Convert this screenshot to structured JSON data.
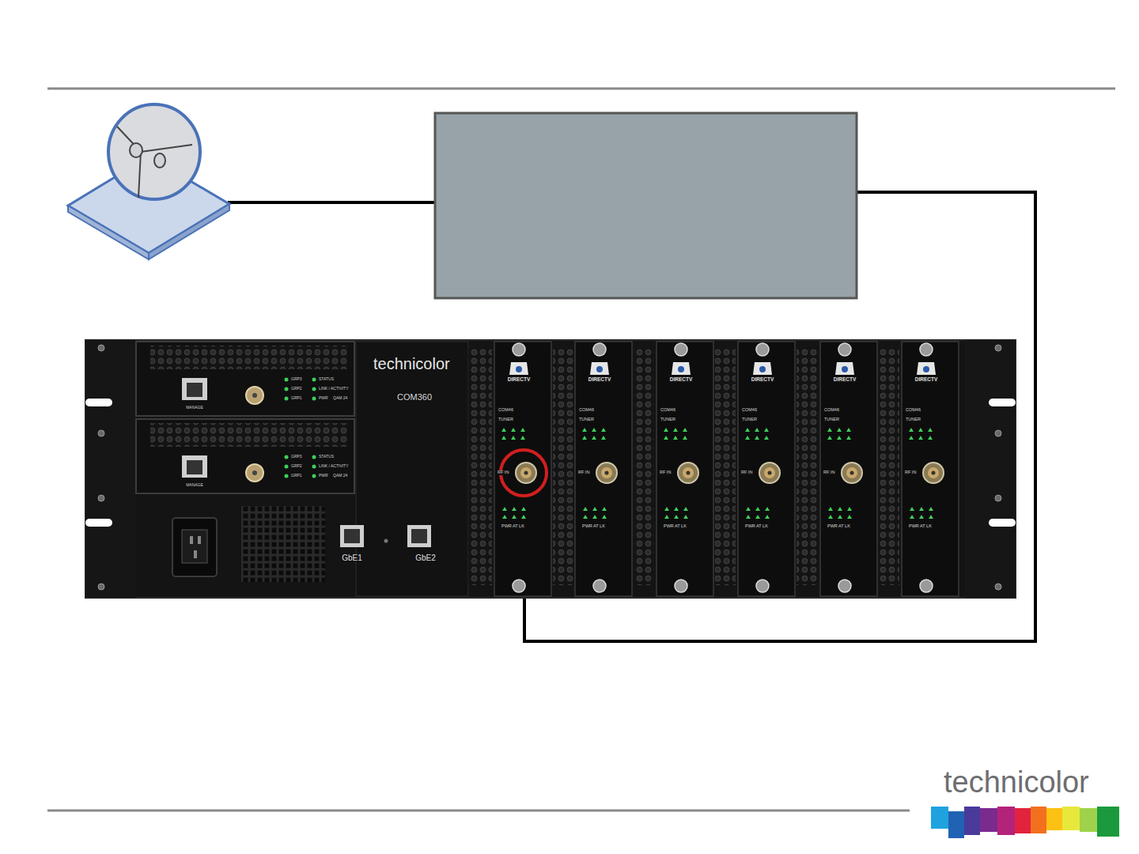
{
  "diagram": {
    "labels": [
      "technicolor",
      "COM360",
      "GRP3",
      "STATUS",
      "GRP2",
      "LINK / ACTIVITY",
      "GRP1",
      "PWR",
      "QAM 24",
      "MANAGE",
      "GRP3",
      "STATUS",
      "GRP2",
      "LINK / ACTIVITY",
      "GRP1",
      "PWR",
      "QAM 24",
      "MANAGE",
      "GbE1",
      "GbE2",
      "DIRECTV",
      "COM46",
      "TUNER",
      "RF IN",
      "PWR AT LK",
      "DIRECTV",
      "COM46",
      "TUNER",
      "RF IN",
      "PWR AT LK",
      "DIRECTV",
      "COM46",
      "TUNER",
      "RF IN",
      "PWR AT LK",
      "DIRECTV",
      "COM46",
      "TUNER",
      "RF IN",
      "PWR AT LK",
      "DIRECTV",
      "COM46",
      "TUNER",
      "RF IN",
      "PWR AT LK",
      "DIRECTV",
      "COM46",
      "TUNER",
      "RF IN",
      "PWR AT LK",
      "technicolor"
    ]
  }
}
